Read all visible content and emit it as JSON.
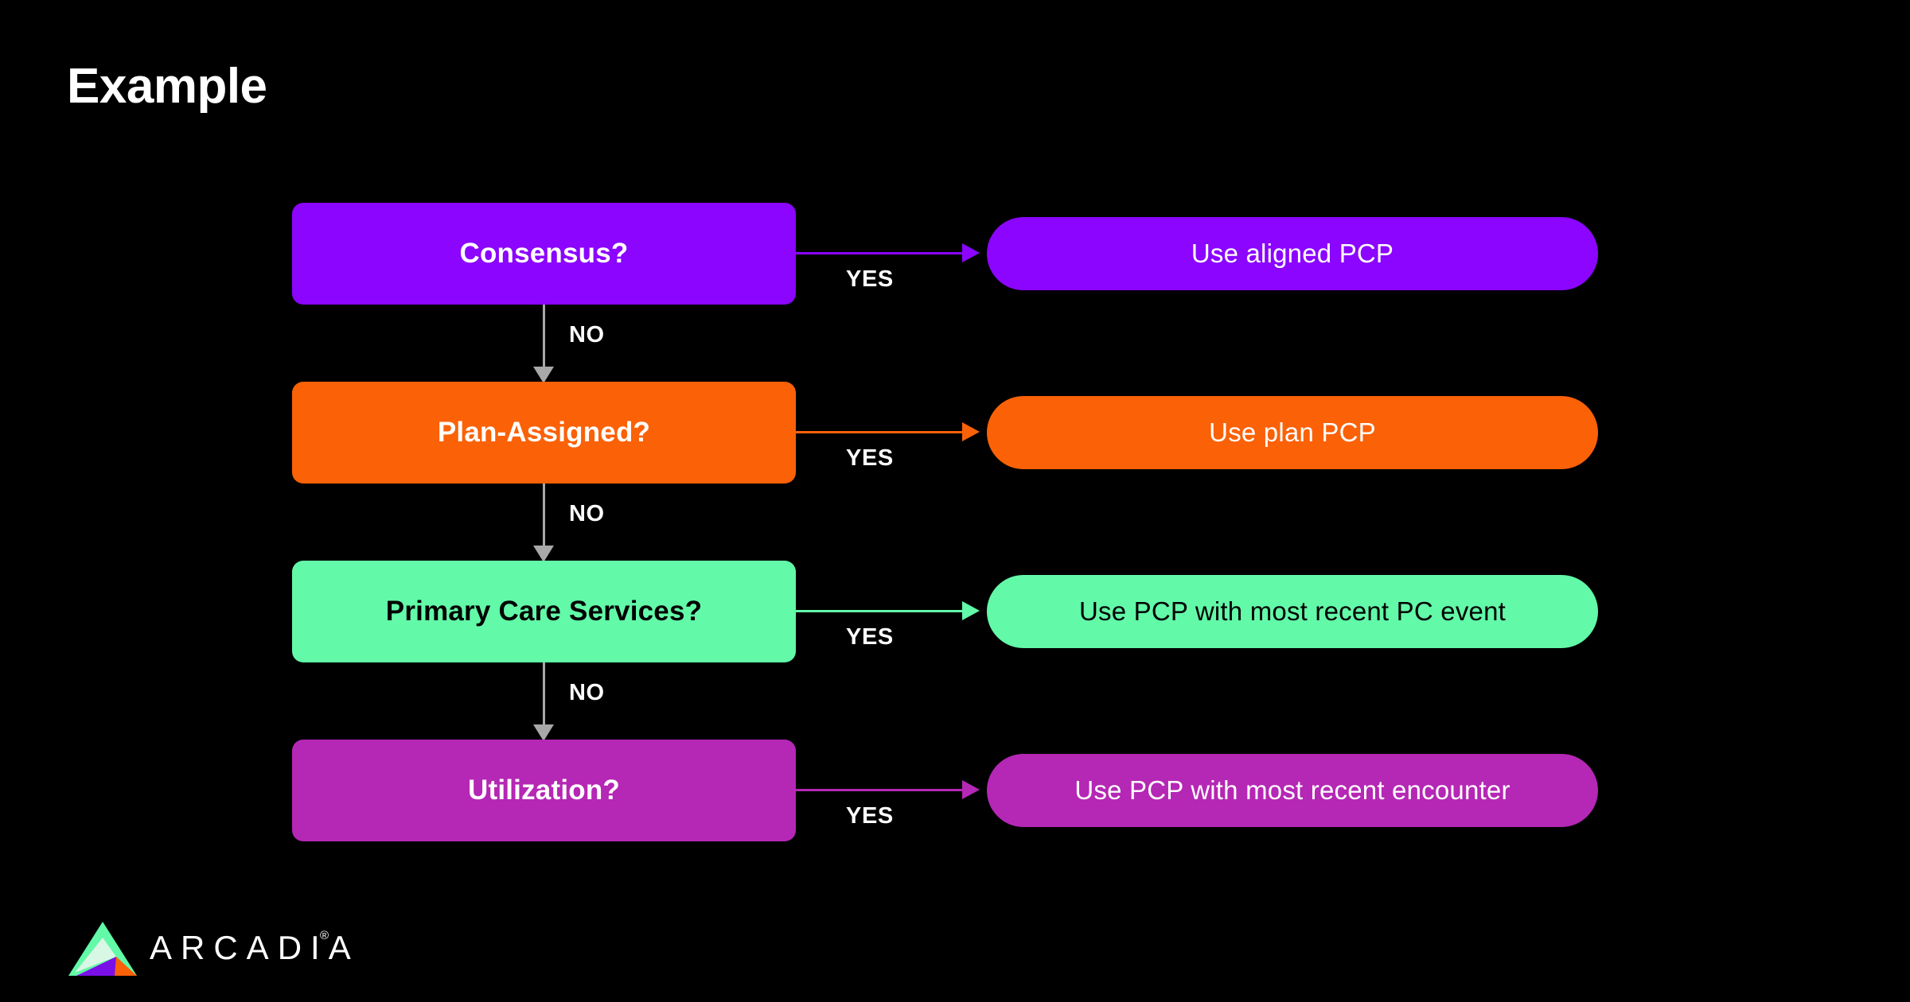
{
  "slide": {
    "title": "Example",
    "background_color": "#000000"
  },
  "flow": {
    "yes_label": "YES",
    "no_label": "NO",
    "no_connector_color": "#a8a8a8",
    "rows": [
      {
        "decision_label": "Consensus?",
        "decision_color": "#8B05FF",
        "decision_text_color": "#ffffff",
        "result_label": "Use aligned PCP",
        "result_color": "#8B05FF",
        "result_text_color": "#ffffff",
        "yes_label": "YES",
        "connector_color": "#8B05FF",
        "no_label": "NO"
      },
      {
        "decision_label": "Plan-Assigned?",
        "decision_color": "#FB6107",
        "decision_text_color": "#ffffff",
        "result_label": "Use plan PCP",
        "result_color": "#FB6107",
        "result_text_color": "#ffffff",
        "yes_label": "YES",
        "connector_color": "#FB6107",
        "no_label": "NO"
      },
      {
        "decision_label": "Primary Care Services?",
        "decision_color": "#62F9A8",
        "decision_text_color": "#000000",
        "result_label": "Use PCP with most recent PC event",
        "result_color": "#62F9A8",
        "result_text_color": "#000000",
        "yes_label": "YES",
        "connector_color": "#62F9A8",
        "no_label": "NO"
      },
      {
        "decision_label": "Utilization?",
        "decision_color": "#B527B5",
        "decision_text_color": "#ffffff",
        "result_label": "Use PCP with most recent encounter",
        "result_color": "#B527B5",
        "result_text_color": "#ffffff",
        "yes_label": "YES",
        "connector_color": "#B527B5",
        "no_label": ""
      }
    ]
  },
  "logo": {
    "wordmark": "ARCADIA",
    "registered_mark": "®",
    "mark_colors": {
      "green": "#62F9A8",
      "pale": "#D8F7E4",
      "purple": "#7A0FE8",
      "orange": "#FB6107"
    }
  }
}
